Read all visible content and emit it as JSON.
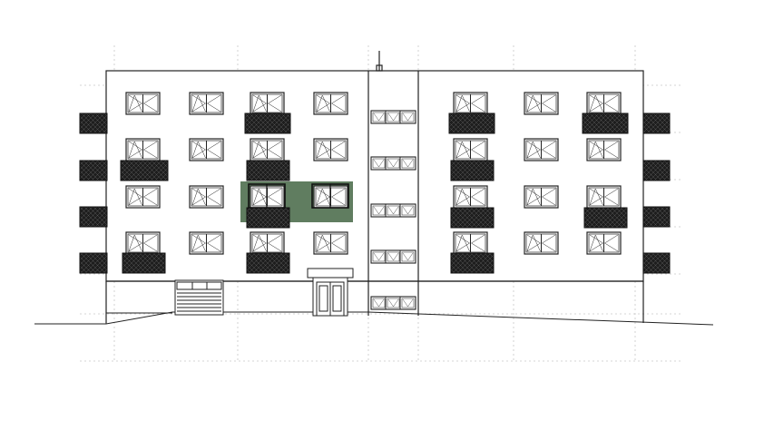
{
  "drawing": {
    "kind": "building-elevation",
    "floors": 4,
    "window_rows": 4,
    "stair_windows": 5,
    "balcony_fill": "#1e1e1e",
    "highlight_color": "#4f6f4f",
    "line_color": "#222222",
    "grid_color": "#c8c8c8"
  }
}
